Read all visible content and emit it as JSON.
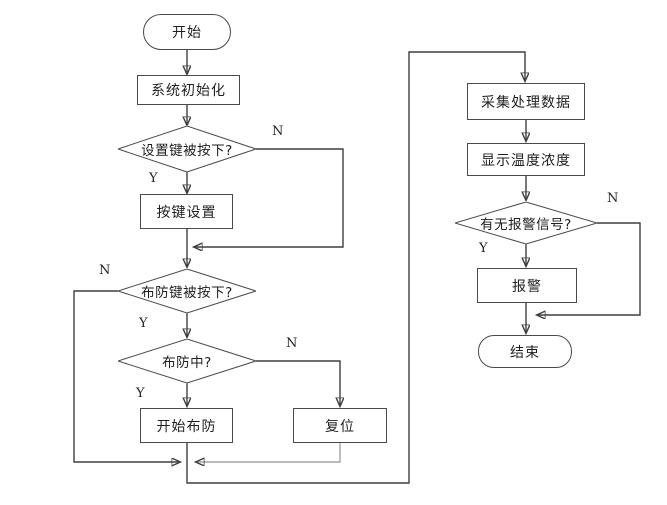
{
  "colors": {
    "background": "#ffffff",
    "line": "#3f3f3f",
    "line_secondary": "#a3a3a3",
    "node_border": "#4a4a4a",
    "node_fill": "#ffffff",
    "text": "#1f1f1f"
  },
  "diagram": {
    "type": "flowchart",
    "nodes": {
      "start": {
        "label": "开始",
        "type": "terminator"
      },
      "init": {
        "label": "系统初始化",
        "type": "process"
      },
      "set_key": {
        "label": "设置键被按下?",
        "type": "decision"
      },
      "key_setting": {
        "label": "按键设置",
        "type": "process"
      },
      "arm_key": {
        "label": "布防键被按下?",
        "type": "decision"
      },
      "arming": {
        "label": "布防中?",
        "type": "decision"
      },
      "start_arming": {
        "label": "开始布防",
        "type": "process"
      },
      "reset": {
        "label": "复位",
        "type": "process"
      },
      "collect": {
        "label": "采集处理数据",
        "type": "process"
      },
      "display": {
        "label": "显示温度浓度",
        "type": "process"
      },
      "alarm_check": {
        "label": "有无报警信号?",
        "type": "decision"
      },
      "alarm": {
        "label": "报警",
        "type": "process"
      },
      "end": {
        "label": "结束",
        "type": "terminator"
      }
    },
    "branch_labels": {
      "set_key_no": "N",
      "set_key_yes": "Y",
      "arm_key_no": "N",
      "arm_key_yes": "Y",
      "arming_no": "N",
      "arming_yes": "Y",
      "alarm_no": "N",
      "alarm_yes": "Y"
    }
  }
}
